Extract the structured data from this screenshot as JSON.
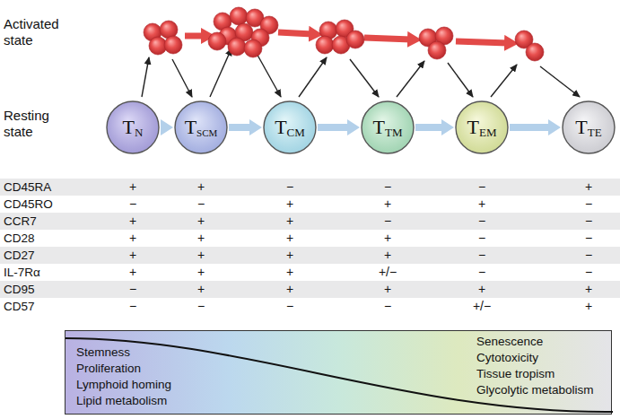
{
  "diagram": {
    "nodes": [
      {
        "text": [
          "T",
          "N"
        ]
      },
      {
        "text": [
          "T",
          "SCM"
        ]
      },
      {
        "text": [
          "T",
          "CM"
        ]
      },
      {
        "text": [
          "T",
          "TM"
        ]
      },
      {
        "text": [
          "T",
          "EM"
        ]
      },
      {
        "text": [
          "T",
          "TE"
        ]
      },
      {
        "text": [
          "Stemness",
          "Proliferation",
          "Lymphoid homing",
          "Lipid metabolism",
          "Senescence",
          "Cytotoxicity",
          "Tissue tropism",
          "Glycolytic metabolism"
        ]
      }
    ],
    "edges": [
      {
        "from": 0,
        "to": 1,
        "arrow": "to"
      },
      {
        "from": 1,
        "to": 2,
        "arrow": "to"
      },
      {
        "from": 2,
        "to": 3,
        "arrow": "to"
      },
      {
        "from": 3,
        "to": 4,
        "arrow": "to"
      },
      {
        "from": 4,
        "to": 5,
        "arrow": "to"
      }
    ],
    "labels": [
      "Activated state",
      "Resting state",
      "CD45RA",
      "+",
      "+",
      "−",
      "−",
      "−",
      "+",
      "CD45RO",
      "−",
      "−",
      "+",
      "+",
      "+",
      "−",
      "CCR7",
      "+",
      "+",
      "+",
      "−",
      "−",
      "−",
      "CD28",
      "+",
      "+",
      "+",
      "+",
      "−",
      "−",
      "CD27",
      "+",
      "+",
      "+",
      "+",
      "−",
      "−",
      "IL-7Rα",
      "+",
      "+",
      "+",
      "+/−",
      "−",
      "−",
      "CD95",
      "−",
      "+",
      "+",
      "+",
      "+",
      "+",
      "CD57",
      "−",
      "−",
      "−",
      "−",
      "+/−",
      "+"
    ]
  }
}
